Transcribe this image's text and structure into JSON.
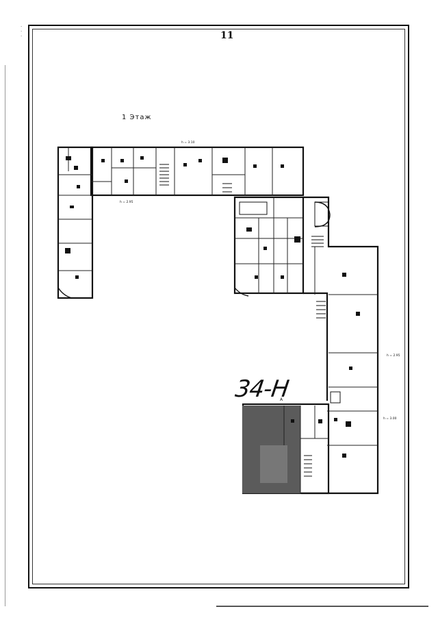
{
  "page": {
    "number": "11",
    "floor_label": "1 Этаж",
    "unit_label": "34-Н"
  },
  "plan_labels": {
    "top_height": "h = 3.10",
    "left_height": "h = 2.95",
    "right_height_1": "h = 2.95",
    "right_height_2": "h = 3.00",
    "section_mark": "А"
  },
  "colors": {
    "ink": "#111111",
    "highlight_fill": "#5a5a5a"
  }
}
